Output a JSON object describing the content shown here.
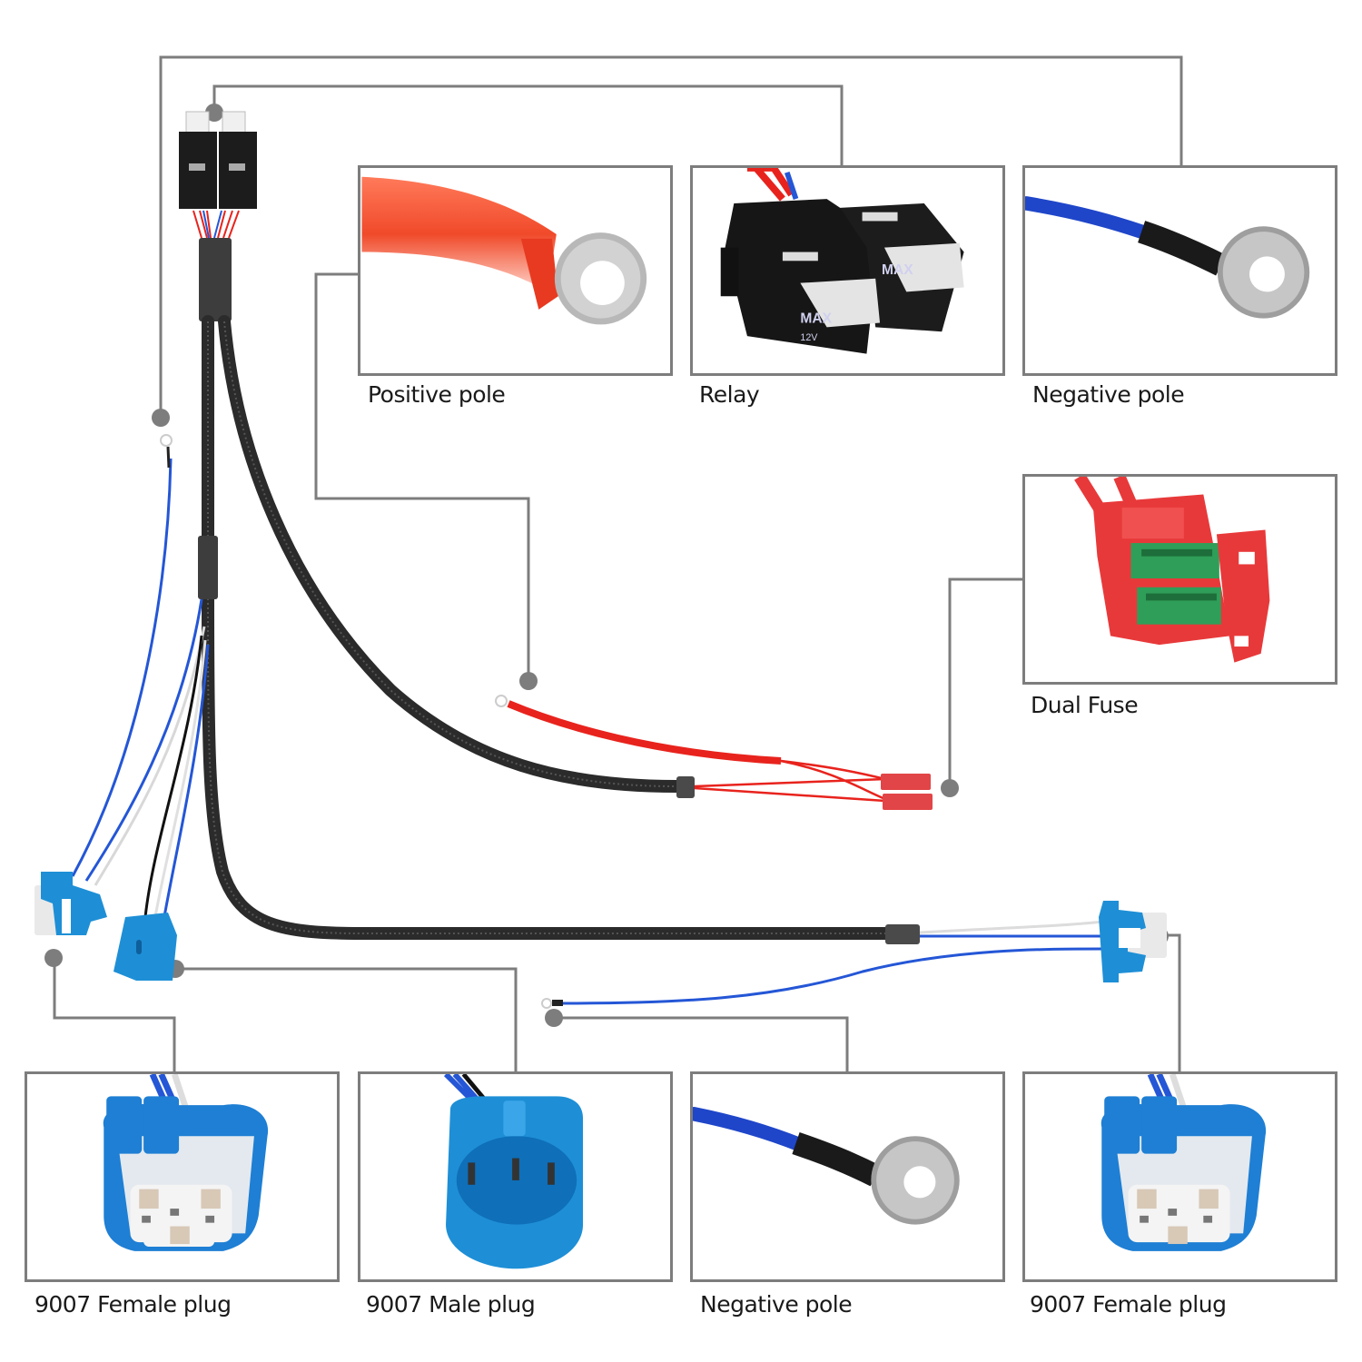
{
  "title": "9007 Headlight Relay Wiring Harness Diagram",
  "colors": {
    "leader_line": "#7d7d7d",
    "sheath": "#2b2b2b",
    "red_wire": "#e8231d",
    "blue_wire": "#2456d6",
    "connector_blue": "#1e8fd6",
    "fuse_green": "#2f9e58",
    "fuse_holder_red": "#e8393a"
  },
  "components": [
    {
      "id": "positive-pole",
      "label": "Positive pole",
      "icon": "ring-terminal-red"
    },
    {
      "id": "relay",
      "label": "Relay",
      "icon": "relay-pair"
    },
    {
      "id": "negative-pole-top",
      "label": "Negative pole",
      "icon": "ring-terminal-blue"
    },
    {
      "id": "dual-fuse",
      "label": "Dual Fuse",
      "icon": "fuse-holder"
    },
    {
      "id": "female-plug-left",
      "label": "9007 Female plug",
      "icon": "female-plug"
    },
    {
      "id": "male-plug",
      "label": "9007 Male plug",
      "icon": "male-plug"
    },
    {
      "id": "negative-pole-bottom",
      "label": "Negative pole",
      "icon": "ring-terminal-blue"
    },
    {
      "id": "female-plug-right",
      "label": "9007 Female plug",
      "icon": "female-plug"
    }
  ],
  "relay_marking": {
    "brand": "MAX",
    "voltage": "12V"
  }
}
